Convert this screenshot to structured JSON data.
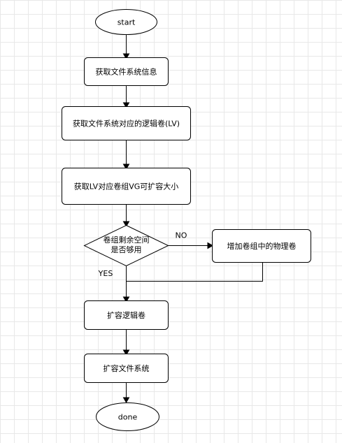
{
  "diagram": {
    "nodes": {
      "start": "start",
      "get_fs_info": "获取文件系统信息",
      "get_lv": "获取文件系统对应的逻辑卷(LV)",
      "get_vg_size": "获取LV对应卷组VG可扩容大小",
      "decision_line1": "卷组剩余空间",
      "decision_line2": "是否够用",
      "add_pv": "增加卷组中的物理卷",
      "extend_lv": "扩容逻辑卷",
      "extend_fs": "扩容文件系统",
      "done": "done"
    },
    "edge_labels": {
      "no": "NO",
      "yes": "YES"
    },
    "colors": {
      "stroke": "#000000",
      "fill": "#ffffff",
      "grid": "#e8e8e8"
    }
  }
}
